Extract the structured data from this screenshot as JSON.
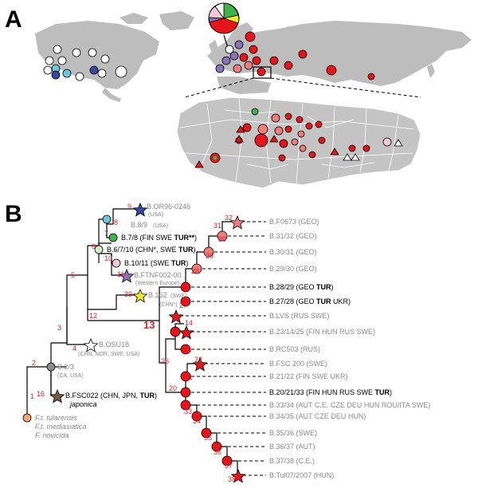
{
  "panels": {
    "a": "A",
    "b": "B"
  },
  "colors": {
    "land": "#bdbdbd",
    "turkey_land": "#c4c4c4",
    "red": "#e8141c",
    "light_red": "#f07c7c",
    "purple": "#8a74b8",
    "light_pink": "#f4c8d6",
    "green": "#3fb44a",
    "yellow": "#f2ec28",
    "dark_blue": "#3a48a0",
    "light_blue": "#6fc4de",
    "pale_green": "#cdebc3",
    "grey": "#8c8c8c",
    "orange": "#f6a671",
    "white": "#ffffff"
  },
  "node_numbers": {
    "n1": "1",
    "n2": "2",
    "n3": "3",
    "n4": "4",
    "n5": "5",
    "n6": "6",
    "n7": "7",
    "n8": "8",
    "n9": "9",
    "n10": "10",
    "n11": "11",
    "n12": "12",
    "n13": "13",
    "n14": "14",
    "n16": "16",
    "n20": "20",
    "n21": "21",
    "n22": "22",
    "n25": "25",
    "n26": "26",
    "n27": "27",
    "n28": "28",
    "n29": "29",
    "n30": "30",
    "n31": "31",
    "n32": "32",
    "n33": "33",
    "n34": "34",
    "n35": "35",
    "n36": "36",
    "n37": "37",
    "n38": "38",
    "n39": "39"
  },
  "chn_star_note": "(CHN*)",
  "left_labels": {
    "or96": "B.OR96-0246",
    "or96_sub": "(USA)",
    "b89": "B.8/9",
    "b89_sub": "(USA)",
    "b78_name": "B.7/8 (FIN SWE ",
    "b78_tur": "TUR**",
    "b78_end": ")",
    "b6710_name": "B.6/7/10 (CHN*, SWE ",
    "b6710_tur": "TUR",
    "b6710_end": ")",
    "b1011_name": "B.10/11 (SWE ",
    "b1011_tur": "TUR",
    "b1011_end": ")",
    "ftnf": "B.FTNF002-00",
    "ftnf_sub": "(Western Europe)",
    "b162": "B.162",
    "b162_sub": "(SWE)",
    "osu18": "B.OSU18",
    "osu18_sub": "(CHN, NOR, SWE, USA)",
    "b23": "B.2/3",
    "b23_sub": "(CA, USA)",
    "fsc022_name": "B.FSC022 (CHN, JPN, ",
    "fsc022_tur": "TUR",
    "fsc022_end": ")",
    "japonica": "japonica",
    "root1": "F.t. tularensis",
    "root2": "F.t. mediasiatica",
    "root3": "F. novicida"
  },
  "right_labels": {
    "r1": "B.F0673 (GEO)",
    "r2": "B.31/32 (GEO)",
    "r3": "B.30/31 (GEO)",
    "r4": "B.29/30 (GEO)",
    "r5a": "B.28/29 (GEO ",
    "r5b": "TUR",
    "r5c": ")",
    "r6a": "B.27/28 (GEO ",
    "r6b": "TUR",
    "r6c": " UKR)",
    "r7": "B.LVS (RUS SWE)",
    "r8": "B.23/14/25 (FIN HUN RUS SWE)",
    "r9": "B.RC503 (RUS)",
    "r10": "B.FSC 200 (SWE)",
    "r11": "B.21/22 (FIN SWE UKR)",
    "r12a": "B.20/21/33 (FIN HUN RUS SWE ",
    "r12b": "TUR",
    "r12c": ")",
    "r13": "B.33/34 (AUT C.E. CZE DEU HUN ROU/ITA SWE)",
    "r14": "B.34/35 (AUT CZE DEU HUN)",
    "r15": "B.35/36 (SWE)",
    "r16": "B.36/37 (AUT)",
    "r17": "B.37/38 (C.E.)",
    "r18": "B.Tul07/2007 (HUN)"
  }
}
